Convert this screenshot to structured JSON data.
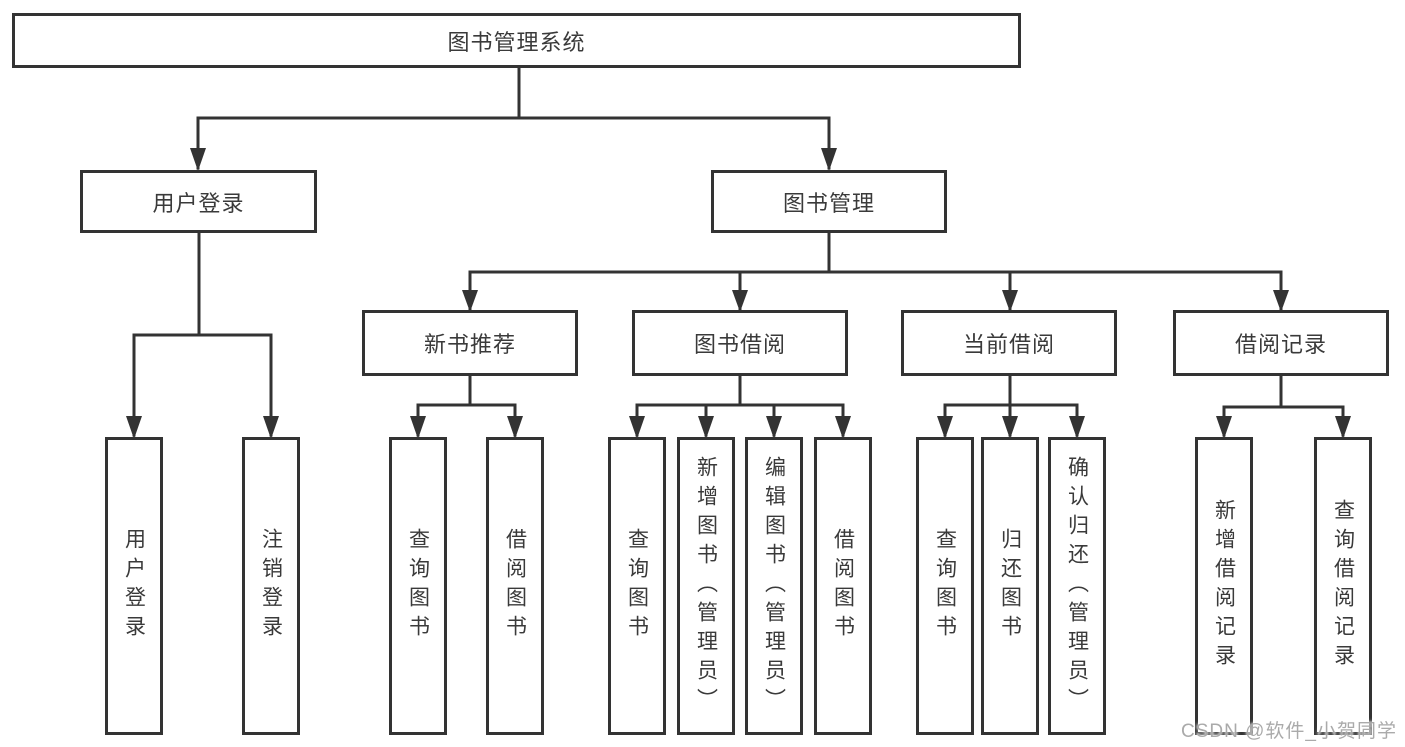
{
  "diagram_title": "图书管理系统",
  "watermark": "CSDN @软件_小贺同学",
  "colors": {
    "line": "#333333",
    "box_border": "#333333",
    "text": "#3a3a3a",
    "watermark": "#a5a5a5",
    "background": "#ffffff"
  },
  "nodes": {
    "root": "图书管理系统",
    "user_login": "用户登录",
    "book_mgmt": "图书管理",
    "user_login_leaf": "用户登录",
    "logout_leaf": "注销登录",
    "new_book_rec": "新书推荐",
    "book_borrow": "图书借阅",
    "current_borrow": "当前借阅",
    "borrow_record": "借阅记录",
    "nbr_query_books": "查询图书",
    "nbr_borrow_books": "借阅图书",
    "bb_query_books": "查询图书",
    "bb_add_books": "新增图书（管理员）",
    "bb_edit_books": "编辑图书（管理员）",
    "bb_borrow_books": "借阅图书",
    "cb_query_books": "查询图书",
    "cb_return_books": "归还图书",
    "cb_confirm_return": "确认归还（管理员）",
    "br_add_record": "新增借阅记录",
    "br_query_record": "查询借阅记录"
  }
}
